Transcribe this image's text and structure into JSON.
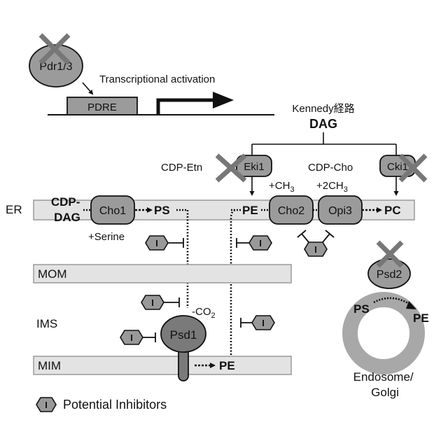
{
  "top": {
    "pdr_label": "Pdr1/3",
    "pdre_label": "PDRE",
    "transcription_label": "Transcriptional activation"
  },
  "kennedy": {
    "title": "Kennedy経路",
    "dag_label": "DAG",
    "cdp_etn_label": "CDP-Etn",
    "cdp_cho_label": "CDP-Cho",
    "eki1_label": "Eki1",
    "cki1_label": "Cki1",
    "ch3_label": "+CH",
    "ch3_sub": "3",
    "two_ch3_label": "+2CH",
    "two_ch3_sub": "3"
  },
  "er": {
    "er_label": "ER",
    "cdp_dag_line1": "CDP-",
    "cdp_dag_line2": "DAG",
    "cho1_label": "Cho1",
    "ps_label": "PS",
    "pe_label": "PE",
    "cho2_label": "Cho2",
    "opi3_label": "Opi3",
    "pc_label": "PC",
    "serine_label": "+Serine"
  },
  "mito": {
    "mom_label": "MOM",
    "ims_label": "IMS",
    "mim_label": "MIM",
    "co2_label": "-CO",
    "co2_sub": "2",
    "psd1_label": "Psd1",
    "pe_label": "PE"
  },
  "endosome": {
    "psd2_label": "Psd2",
    "ps_label": "PS",
    "pe_label": "PE",
    "line1": "Endosome/",
    "line2": "Golgi"
  },
  "legend": {
    "inhibitor_symbol": "I",
    "inhibitors_label": "Potential Inhibitors"
  },
  "colors": {
    "membrane_fill": "#e3e3e3",
    "membrane_stroke": "#9a9a9a",
    "enzyme_fill": "#9b9b9b",
    "psd1_fill": "#7a7a7a",
    "ring": "#a8a8a8",
    "cross": "#777777"
  }
}
